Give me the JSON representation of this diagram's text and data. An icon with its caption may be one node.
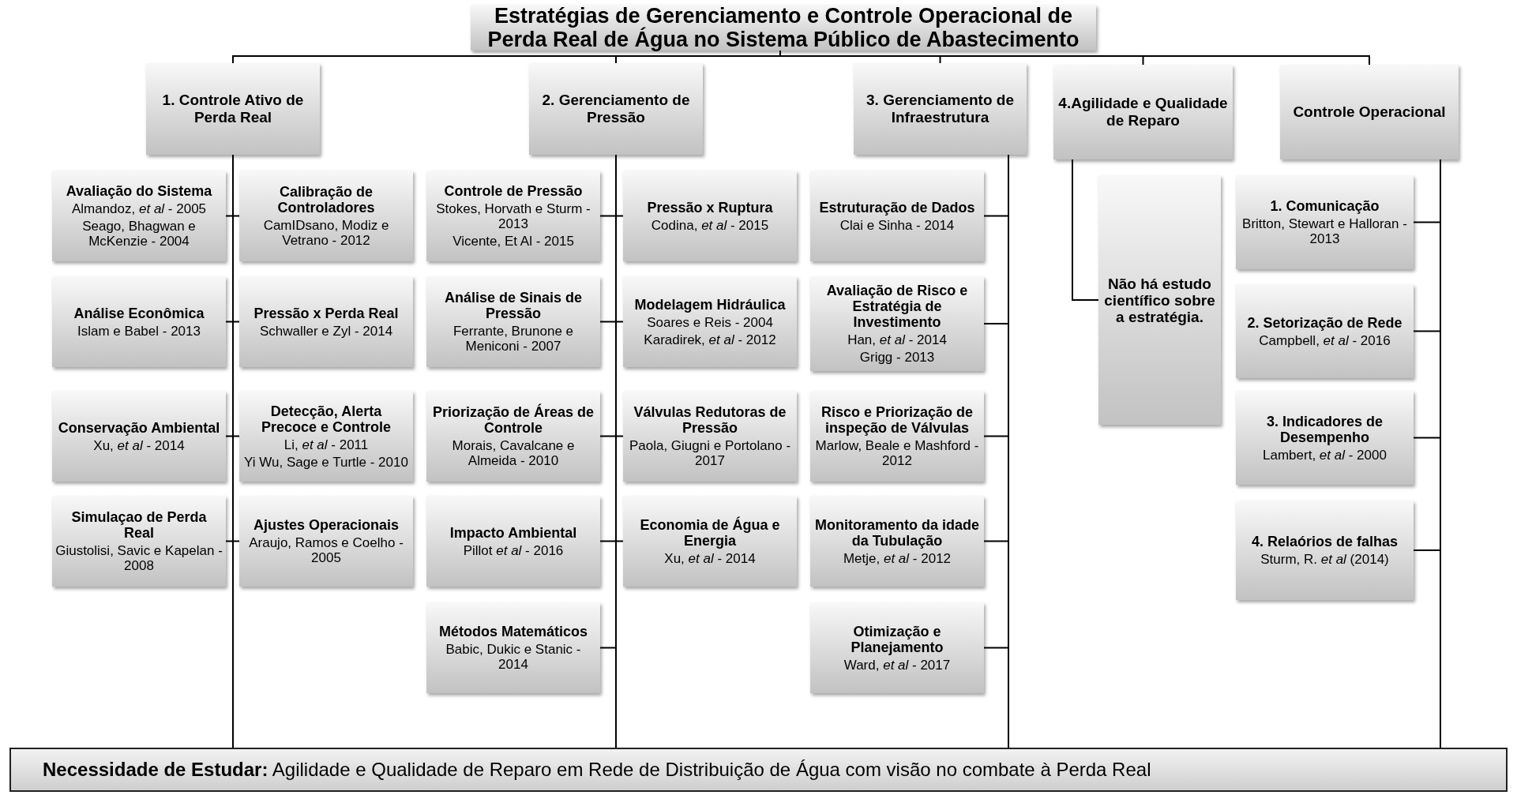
{
  "diagram": {
    "nodes": [
      {
        "text": [
          "Estratégias de Gerenciamento e Controle Operacional de Perda Real de Água no Sistema Público de Abastecimento"
        ]
      },
      {
        "text": [
          "1. Controle Ativo de Perda Real"
        ]
      },
      {
        "text": [
          "2. Gerenciamento de Pressão"
        ]
      },
      {
        "text": [
          "3. Gerenciamento de Infraestrutura"
        ]
      },
      {
        "text": [
          "4.Agilidade e Qualidade de Reparo"
        ]
      },
      {
        "text": [
          "Controle Operacional"
        ]
      },
      {
        "text": [
          "Avaliação do Sistema",
          "Almandoz, *et al* - 2005",
          "Seago, Bhagwan e McKenzie - 2004"
        ]
      },
      {
        "text": [
          "Análise Econômica",
          "Islam e Babel - 2013"
        ]
      },
      {
        "text": [
          "Conservação Ambiental",
          "Xu, *et al* - 2014"
        ]
      },
      {
        "text": [
          "Simulaçao de Perda Real",
          "Giustolisi, Savic e Kapelan - 2008"
        ]
      },
      {
        "text": [
          "Calibração de Controladores",
          "CamIDsano, Modiz e Vetrano - 2012"
        ]
      },
      {
        "text": [
          "Pressão x Perda Real",
          "Schwaller e Zyl - 2014"
        ]
      },
      {
        "text": [
          "Detecção, Alerta Precoce e Controle",
          "Li, *et al* - 2011",
          "Yi Wu, Sage e Turtle - 2010"
        ]
      },
      {
        "text": [
          "Ajustes Operacionais",
          "Araujo, Ramos e Coelho - 2005"
        ]
      },
      {
        "text": [
          "Controle de Pressão",
          "Stokes, Horvath e Sturm - 2013",
          "Vicente, Et Al - 2015"
        ]
      },
      {
        "text": [
          "Análise de Sinais de Pressão",
          "Ferrante, Brunone e Meniconi - 2007"
        ]
      },
      {
        "text": [
          "Priorização de Áreas de Controle",
          "Morais, Cavalcane e Almeida - 2010"
        ]
      },
      {
        "text": [
          "Impacto Ambiental",
          "Pillot *et al* - 2016"
        ]
      },
      {
        "text": [
          "Métodos Matemáticos",
          "Babic, Dukic e Stanic - 2014"
        ]
      },
      {
        "text": [
          "Pressão x Ruptura",
          "Codina, *et al* - 2015"
        ]
      },
      {
        "text": [
          "Modelagem Hidráulica",
          "Soares e Reis - 2004",
          "Karadirek, *et al* - 2012"
        ]
      },
      {
        "text": [
          "Válvulas Redutoras de Pressão",
          "Paola, Giugni e Portolano - 2017"
        ]
      },
      {
        "text": [
          "Economia de Água e Energia",
          "Xu, *et al* - 2014"
        ]
      },
      {
        "text": [
          "Estruturação de Dados",
          "Clai e Sinha - 2014"
        ]
      },
      {
        "text": [
          "Avaliação de Risco e Estratégia de Investimento",
          "Han, *et al* - 2014",
          "Grigg - 2013"
        ]
      },
      {
        "text": [
          "Risco e Priorização de inspeção de Válvulas",
          "Marlow, Beale e Mashford - 2012"
        ]
      },
      {
        "text": [
          "Monitoramento da idade da Tubulação",
          "Metje, *et al* - 2012"
        ]
      },
      {
        "text": [
          "Otimização e Planejamento",
          "Ward, *et al* - 2017"
        ]
      },
      {
        "text": [
          "Não há estudo científico sobre a estratégia."
        ]
      },
      {
        "text": [
          "1. Comunicação",
          "Britton, Stewart e Halloran - 2013"
        ]
      },
      {
        "text": [
          "2. Setorização de Rede",
          "Campbell, *et al* - 2016"
        ]
      },
      {
        "text": [
          "3. Indicadores de Desempenho",
          "Lambert, *et al* - 2000"
        ]
      },
      {
        "text": [
          "4. Relaórios de falhas",
          "Sturm, R. *et al* (2014)"
        ]
      },
      {
        "text": [
          "**Necessidade de Estudar:** Agilidade e Qualidade de Reparo em Rede de Distribuição de Água com visão no combate à Perda Real"
        ]
      }
    ],
    "edges": [
      {
        "from": 0,
        "to": 1,
        "arrow": "none"
      },
      {
        "from": 0,
        "to": 2,
        "arrow": "none"
      },
      {
        "from": 0,
        "to": 3,
        "arrow": "none"
      },
      {
        "from": 0,
        "to": 4,
        "arrow": "none"
      },
      {
        "from": 0,
        "to": 5,
        "arrow": "none"
      },
      {
        "from": 1,
        "to": 6,
        "arrow": "none"
      },
      {
        "from": 1,
        "to": 7,
        "arrow": "none"
      },
      {
        "from": 1,
        "to": 8,
        "arrow": "none"
      },
      {
        "from": 1,
        "to": 9,
        "arrow": "none"
      },
      {
        "from": 1,
        "to": 10,
        "arrow": "none"
      },
      {
        "from": 1,
        "to": 11,
        "arrow": "none"
      },
      {
        "from": 1,
        "to": 12,
        "arrow": "none"
      },
      {
        "from": 1,
        "to": 13,
        "arrow": "none"
      },
      {
        "from": 2,
        "to": 14,
        "arrow": "none"
      },
      {
        "from": 2,
        "to": 15,
        "arrow": "none"
      },
      {
        "from": 2,
        "to": 16,
        "arrow": "none"
      },
      {
        "from": 2,
        "to": 17,
        "arrow": "none"
      },
      {
        "from": 2,
        "to": 18,
        "arrow": "none"
      },
      {
        "from": 2,
        "to": 19,
        "arrow": "none"
      },
      {
        "from": 2,
        "to": 20,
        "arrow": "none"
      },
      {
        "from": 2,
        "to": 21,
        "arrow": "none"
      },
      {
        "from": 2,
        "to": 22,
        "arrow": "none"
      },
      {
        "from": 3,
        "to": 23,
        "arrow": "none"
      },
      {
        "from": 3,
        "to": 24,
        "arrow": "none"
      },
      {
        "from": 3,
        "to": 25,
        "arrow": "none"
      },
      {
        "from": 3,
        "to": 26,
        "arrow": "none"
      },
      {
        "from": 3,
        "to": 27,
        "arrow": "none"
      },
      {
        "from": 4,
        "to": 28,
        "arrow": "none"
      },
      {
        "from": 5,
        "to": 29,
        "arrow": "none"
      },
      {
        "from": 5,
        "to": 30,
        "arrow": "none"
      },
      {
        "from": 5,
        "to": 31,
        "arrow": "none"
      },
      {
        "from": 5,
        "to": 32,
        "arrow": "none"
      },
      {
        "from": 1,
        "to": 33,
        "arrow": "none"
      },
      {
        "from": 2,
        "to": 33,
        "arrow": "none"
      },
      {
        "from": 3,
        "to": 33,
        "arrow": "none"
      },
      {
        "from": 5,
        "to": 33,
        "arrow": "none"
      }
    ]
  }
}
